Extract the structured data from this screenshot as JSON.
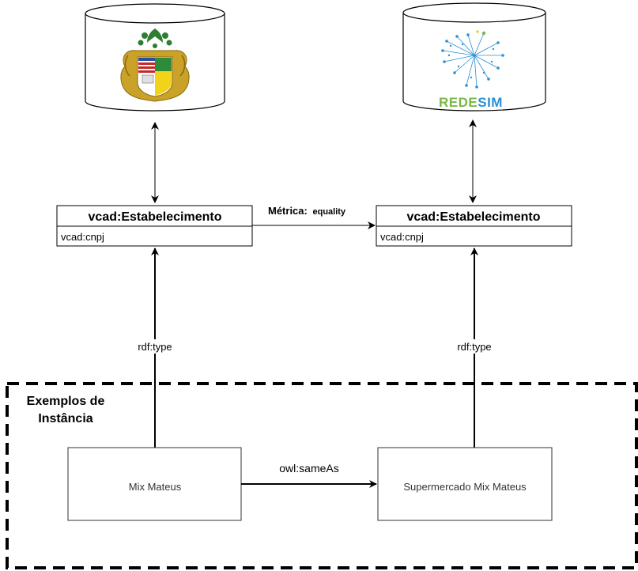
{
  "left_class": {
    "title": "vcad:Estabelecimento",
    "attribute": "vcad:cnpj"
  },
  "right_class": {
    "title": "vcad:Estabelecimento",
    "attribute": "vcad:cnpj"
  },
  "metric": {
    "label": "Métrica:",
    "value": "equality"
  },
  "left_type_label": "rdf:type",
  "right_type_label": "rdf:type",
  "instances_group": {
    "title_line1": "Exemplos de",
    "title_line2": "Instância"
  },
  "left_instance": "Mix Mateus",
  "right_instance": "Supermercado Mix Mateus",
  "same_as_label": "owl:sameAs",
  "right_db_logo_text": "REDESIM",
  "colors": {
    "stroke": "#000000",
    "instance_border": "#333333",
    "instance_text": "#333333",
    "redesim_green": "#7ab648",
    "redesim_blue": "#2a8fd4",
    "coat_gold": "#b8860b",
    "coat_green": "#2e7d32"
  }
}
